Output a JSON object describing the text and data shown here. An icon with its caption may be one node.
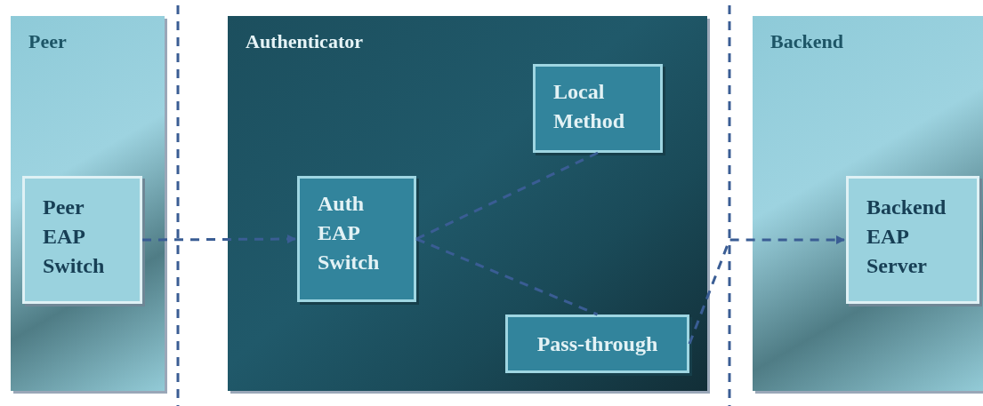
{
  "diagram": {
    "nodes": [
      {
        "text": [
          "Peer"
        ]
      },
      {
        "text": [
          "Peer EAP Switch"
        ],
        "in": 0
      },
      {
        "text": [
          "Authenticator"
        ]
      },
      {
        "text": [
          "Local Method"
        ],
        "in": 2
      },
      {
        "text": [
          "Auth EAP Switch"
        ],
        "in": 2
      },
      {
        "text": [
          "Pass-through"
        ],
        "in": 2
      },
      {
        "text": [
          "Backend"
        ]
      },
      {
        "text": [
          "Backend EAP Server"
        ],
        "in": 6
      }
    ],
    "edges": [
      {
        "from": 1,
        "to": 4,
        "arrow": "to",
        "style": "dashed"
      },
      {
        "from": 4,
        "to": 3,
        "arrow": "none",
        "style": "dashed"
      },
      {
        "from": 4,
        "to": 5,
        "arrow": "none",
        "style": "dashed"
      },
      {
        "from": 5,
        "to": 7,
        "arrow": "to",
        "style": "dashed"
      }
    ]
  }
}
